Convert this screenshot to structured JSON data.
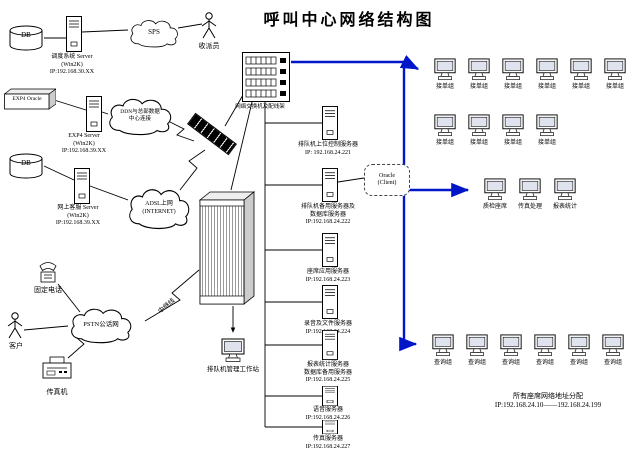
{
  "title": "呼叫中心网络结构图",
  "left": {
    "db1": "DB",
    "dispatch_server": {
      "l1": "调度系统 Server",
      "l2": "(Win2K)",
      "l3": "IP:192.168.30.XX"
    },
    "sps": "SPS",
    "courier": "收派员",
    "exp4_box": "EXP4 Oracle",
    "exp4_server": {
      "l1": "EXP4 Server",
      "l2": "(Win2K)",
      "l3": "IP:192.168.39.XX"
    },
    "ddn": {
      "l1": "DDN与总部数据",
      "l2": "中心连接"
    },
    "db2": "DB",
    "web_server": {
      "l1": "网上客服 Server",
      "l2": "(Win2K)",
      "l3": "IP:192.168.39.XX"
    },
    "adsl": {
      "l1": "ADSL上网",
      "l2": "(INTERNET)"
    },
    "fixed_phone": "固定电话",
    "customer": "客户",
    "pstn": "PSTN公话网",
    "fax": "传真机",
    "trunk": "中继线"
  },
  "center": {
    "patch_panel": "网络交换机及配线架",
    "mgmt_ws": "排队机管理工作站",
    "oracle": {
      "l1": "Oracle",
      "l2": "(Client)"
    }
  },
  "servers": [
    {
      "lines": [
        "排队机上位控制服务器"
      ],
      "ip": "IP: 192.168.24.221"
    },
    {
      "lines": [
        "排队机备用服务器及",
        "数据库服务器"
      ],
      "ip": "IP:192.168.24.222"
    },
    {
      "lines": [
        "座席应用服务器"
      ],
      "ip": "IP:192.168.24.223"
    },
    {
      "lines": [
        "录音及文件服务器"
      ],
      "ip": "IP:192.168.24.224"
    },
    {
      "lines": [
        "报表统计服务器",
        "数据库备用服务器"
      ],
      "ip": "IP:192.168.24.225"
    },
    {
      "lines": [
        "语音服务器"
      ],
      "ip": "IP:192.168.24.226"
    },
    {
      "lines": [
        "传真服务器"
      ],
      "ip": "IP:192.168.24.227"
    }
  ],
  "groups": {
    "row1": [
      "接单组",
      "接单组",
      "接单组",
      "接单组",
      "接单组",
      "接单组"
    ],
    "row2": [
      "接单组",
      "接单组",
      "接单组",
      "接单组"
    ],
    "mid": [
      "质检座席",
      "传真处理",
      "报表统计"
    ],
    "bottom": [
      "查询组",
      "查询组",
      "查询组",
      "查询组",
      "查询组",
      "查询组"
    ]
  },
  "footer": {
    "l1": "所有座席网络地址分配",
    "l2": "IP:192.168.24.10——192.168.24.199"
  }
}
